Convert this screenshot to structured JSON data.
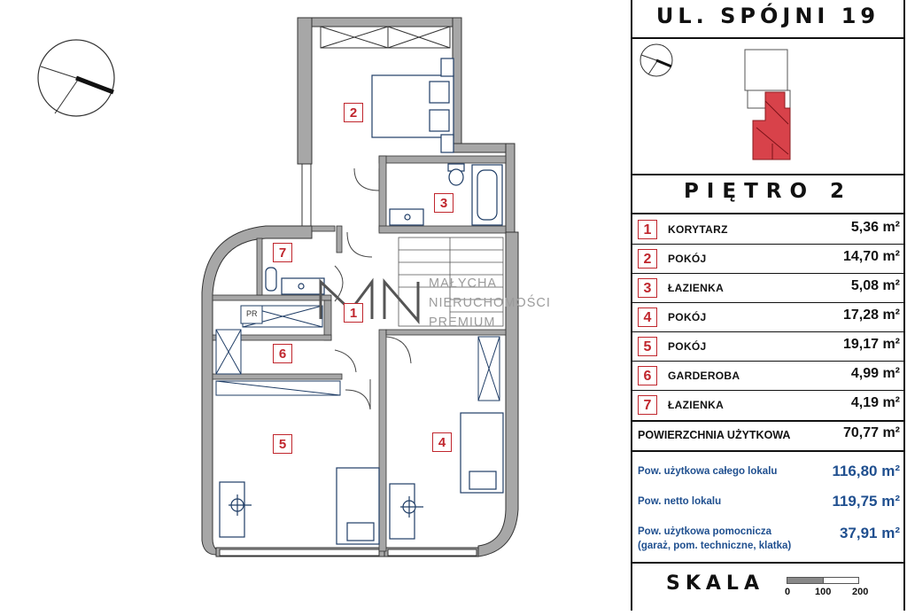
{
  "header": {
    "street": "UL. SPÓJNI 19"
  },
  "floor": {
    "title": "PIĘTRO 2"
  },
  "rooms": [
    {
      "num": "1",
      "name": "KORYTARZ",
      "area": "5,36 m²"
    },
    {
      "num": "2",
      "name": "POKÓJ",
      "area": "14,70 m²"
    },
    {
      "num": "3",
      "name": "ŁAZIENKA",
      "area": "5,08 m²"
    },
    {
      "num": "4",
      "name": "POKÓJ",
      "area": "17,28 m²"
    },
    {
      "num": "5",
      "name": "POKÓJ",
      "area": "19,17 m²"
    },
    {
      "num": "6",
      "name": "GARDEROBA",
      "area": "4,99 m²"
    },
    {
      "num": "7",
      "name": "ŁAZIENKA",
      "area": "4,19 m²"
    }
  ],
  "summary": {
    "usable_label": "POWIERZCHNIA UŻYTKOWA",
    "usable_value": "70,77 m²",
    "total_usable_label": "Pow. użytkowa całego lokalu",
    "total_usable_value": "116,80 m²",
    "net_label": "Pow. netto lokalu",
    "net_value": "119,75 m²",
    "aux_label_line1": "Pow. użytkowa pomocnicza",
    "aux_label_line2": "(garaż, pom. techniczne, klatka)",
    "aux_value": "37,91 m²"
  },
  "scale": {
    "label": "SKALA",
    "ticks": [
      "0",
      "100",
      "200"
    ]
  },
  "watermark": {
    "line1": "MAŁYCHA",
    "line2": "NIERUCHOMOŚCI",
    "line3": "PREMIUM"
  },
  "plan": {
    "wardrobe_tag": "PR",
    "accent_color": "#c0262d",
    "wall_color": "#a7a7a7"
  }
}
